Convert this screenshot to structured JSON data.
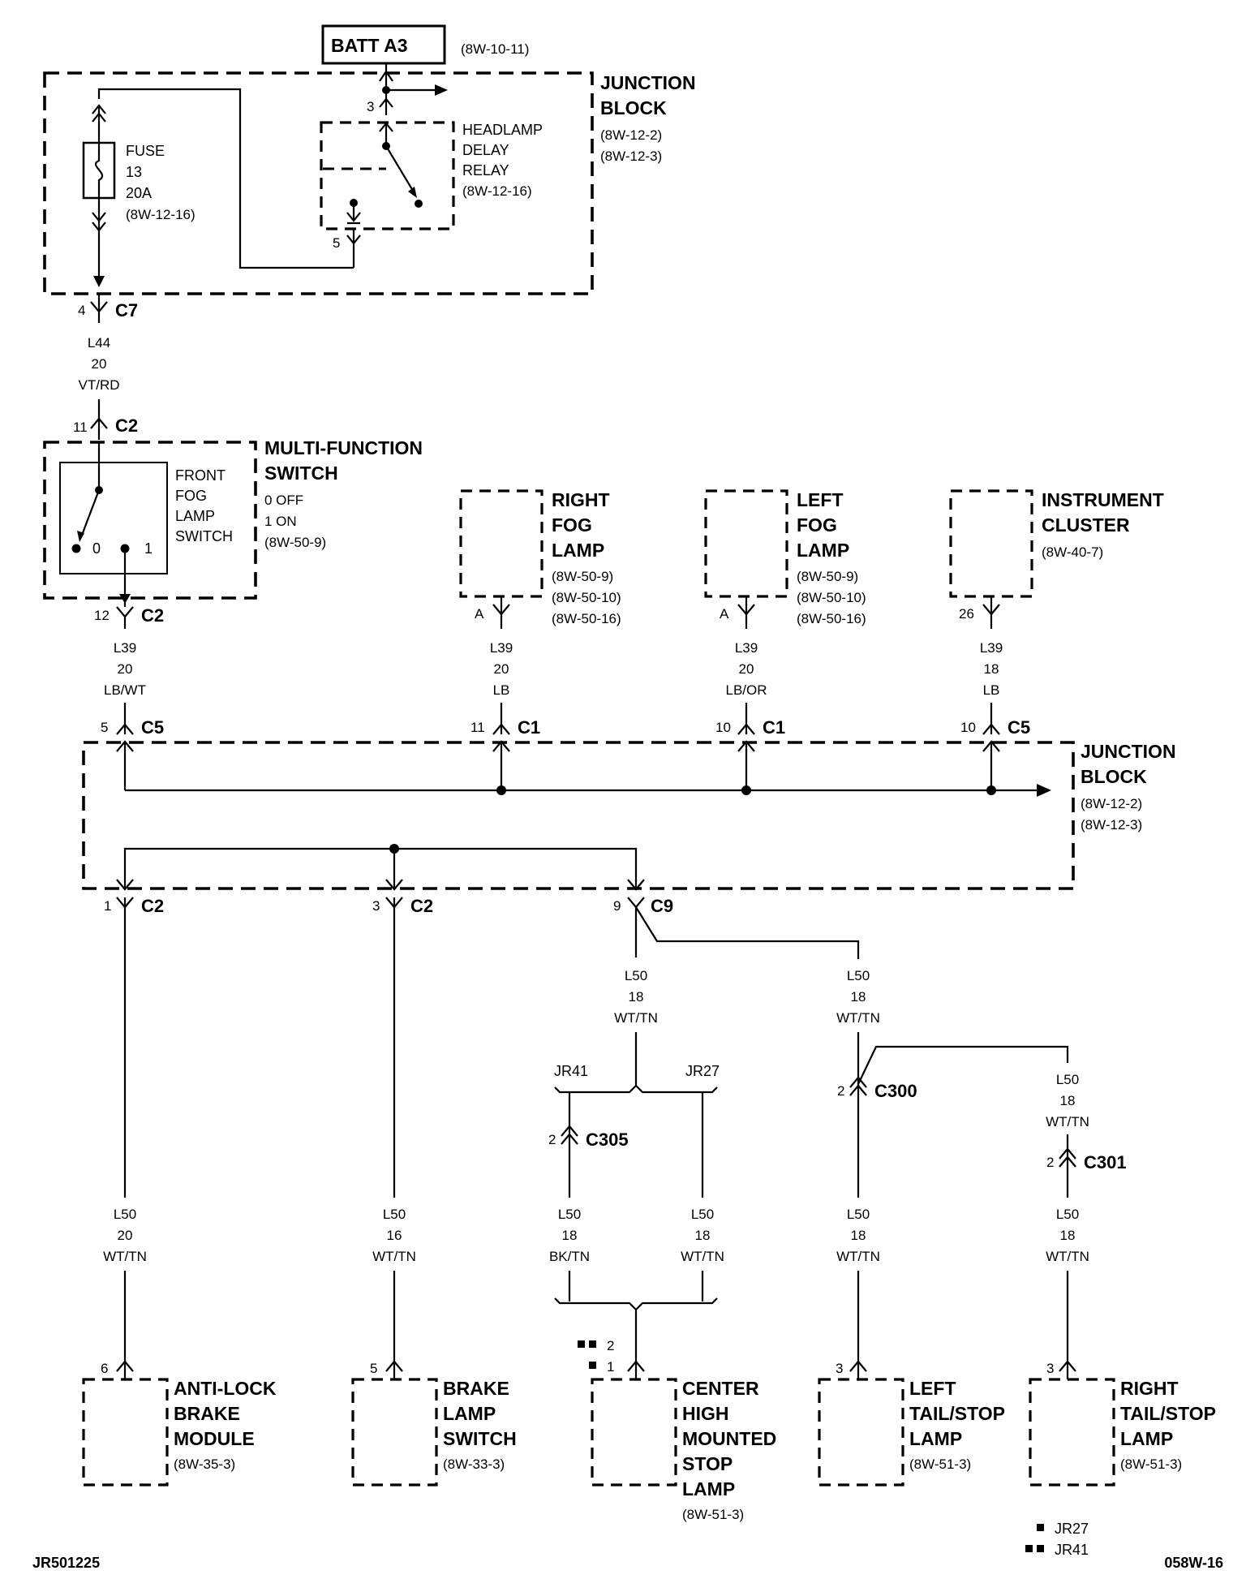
{
  "batt": {
    "label": "BATT A3",
    "ref": "(8W-10-11)"
  },
  "junction_top": {
    "title1": "JUNCTION",
    "title2": "BLOCK",
    "ref1": "(8W-12-2)",
    "ref2": "(8W-12-3)"
  },
  "fuse": {
    "l1": "FUSE",
    "l2": "13",
    "l3": "20A",
    "l4": "(8W-12-16)"
  },
  "relay": {
    "l1": "HEADLAMP",
    "l2": "DELAY",
    "l3": "RELAY",
    "l4": "(8W-12-16)",
    "pin_in": "3",
    "pin_out": "5"
  },
  "c7": {
    "pin": "4",
    "name": "C7"
  },
  "wire_l44": {
    "circuit": "L44",
    "gauge": "20",
    "color": "VT/RD"
  },
  "mfs": {
    "title1": "MULTI-FUNCTION",
    "title2": "SWITCH",
    "pos0": "0 OFF",
    "pos1": "1 ON",
    "ref": "(8W-50-9)",
    "sw1": "FRONT",
    "sw2": "FOG",
    "sw3": "LAMP",
    "sw4": "SWITCH",
    "p0": "0",
    "p1": "1",
    "in_pin": "11",
    "in_conn": "C2",
    "out_pin": "12",
    "out_conn": "C2"
  },
  "wire_l39_a": {
    "circuit": "L39",
    "gauge": "20",
    "color": "LB/WT"
  },
  "right_fog": {
    "t1": "RIGHT",
    "t2": "FOG",
    "t3": "LAMP",
    "r1": "(8W-50-9)",
    "r2": "(8W-50-10)",
    "r3": "(8W-50-16)",
    "pin": "A"
  },
  "left_fog": {
    "t1": "LEFT",
    "t2": "FOG",
    "t3": "LAMP",
    "r1": "(8W-50-9)",
    "r2": "(8W-50-10)",
    "r3": "(8W-50-16)",
    "pin": "A"
  },
  "cluster": {
    "t1": "INSTRUMENT",
    "t2": "CLUSTER",
    "r1": "(8W-40-7)",
    "pin": "26"
  },
  "wire_l39_b": {
    "circuit": "L39",
    "gauge": "20",
    "color": "LB"
  },
  "wire_l39_c": {
    "circuit": "L39",
    "gauge": "20",
    "color": "LB/OR"
  },
  "wire_l39_d": {
    "circuit": "L39",
    "gauge": "18",
    "color": "LB"
  },
  "jb_in": [
    {
      "pin": "5",
      "conn": "C5"
    },
    {
      "pin": "11",
      "conn": "C1"
    },
    {
      "pin": "10",
      "conn": "C1"
    },
    {
      "pin": "10",
      "conn": "C5"
    }
  ],
  "junction_mid": {
    "title1": "JUNCTION",
    "title2": "BLOCK",
    "ref1": "(8W-12-2)",
    "ref2": "(8W-12-3)"
  },
  "jb_out": [
    {
      "pin": "1",
      "conn": "C2"
    },
    {
      "pin": "3",
      "conn": "C2"
    },
    {
      "pin": "9",
      "conn": "C9"
    }
  ],
  "wire_l50_18_a": {
    "circuit": "L50",
    "gauge": "18",
    "color": "WT/TN"
  },
  "wire_l50_18_b": {
    "circuit": "L50",
    "gauge": "18",
    "color": "WT/TN"
  },
  "jr41": "JR41",
  "jr27": "JR27",
  "c305": {
    "pin": "2",
    "name": "C305"
  },
  "c300": {
    "pin": "2",
    "name": "C300"
  },
  "wire_l50_18_c": {
    "circuit": "L50",
    "gauge": "18",
    "color": "WT/TN"
  },
  "c301": {
    "pin": "2",
    "name": "C301"
  },
  "wire_abs": {
    "circuit": "L50",
    "gauge": "20",
    "color": "WT/TN"
  },
  "wire_brake": {
    "circuit": "L50",
    "gauge": "16",
    "color": "WT/TN"
  },
  "wire_chmsl_bk": {
    "circuit": "L50",
    "gauge": "18",
    "color": "BK/TN"
  },
  "wire_chmsl_wt": {
    "circuit": "L50",
    "gauge": "18",
    "color": "WT/TN"
  },
  "wire_left_tail": {
    "circuit": "L50",
    "gauge": "18",
    "color": "WT/TN"
  },
  "wire_right_tail": {
    "circuit": "L50",
    "gauge": "18",
    "color": "WT/TN"
  },
  "abs": {
    "t1": "ANTI-LOCK",
    "t2": "BRAKE",
    "t3": "MODULE",
    "ref": "(8W-35-3)",
    "pin": "6"
  },
  "brake_switch": {
    "t1": "BRAKE",
    "t2": "LAMP",
    "t3": "SWITCH",
    "ref": "(8W-33-3)",
    "pin": "5"
  },
  "chmsl": {
    "t1": "CENTER",
    "t2": "HIGH",
    "t3": "MOUNTED",
    "t4": "STOP",
    "t5": "LAMP",
    "ref": "(8W-51-3)",
    "pin_a": "2",
    "pin_b": "1"
  },
  "left_tail": {
    "t1": "LEFT",
    "t2": "TAIL/STOP",
    "t3": "LAMP",
    "ref": "(8W-51-3)",
    "pin": "3"
  },
  "right_tail": {
    "t1": "RIGHT",
    "t2": "TAIL/STOP",
    "t3": "LAMP",
    "ref": "(8W-51-3)",
    "pin": "3"
  },
  "legend": {
    "jr27": "JR27",
    "jr41": "JR41"
  },
  "footer": {
    "left": "JR501225",
    "right": "058W-16"
  }
}
